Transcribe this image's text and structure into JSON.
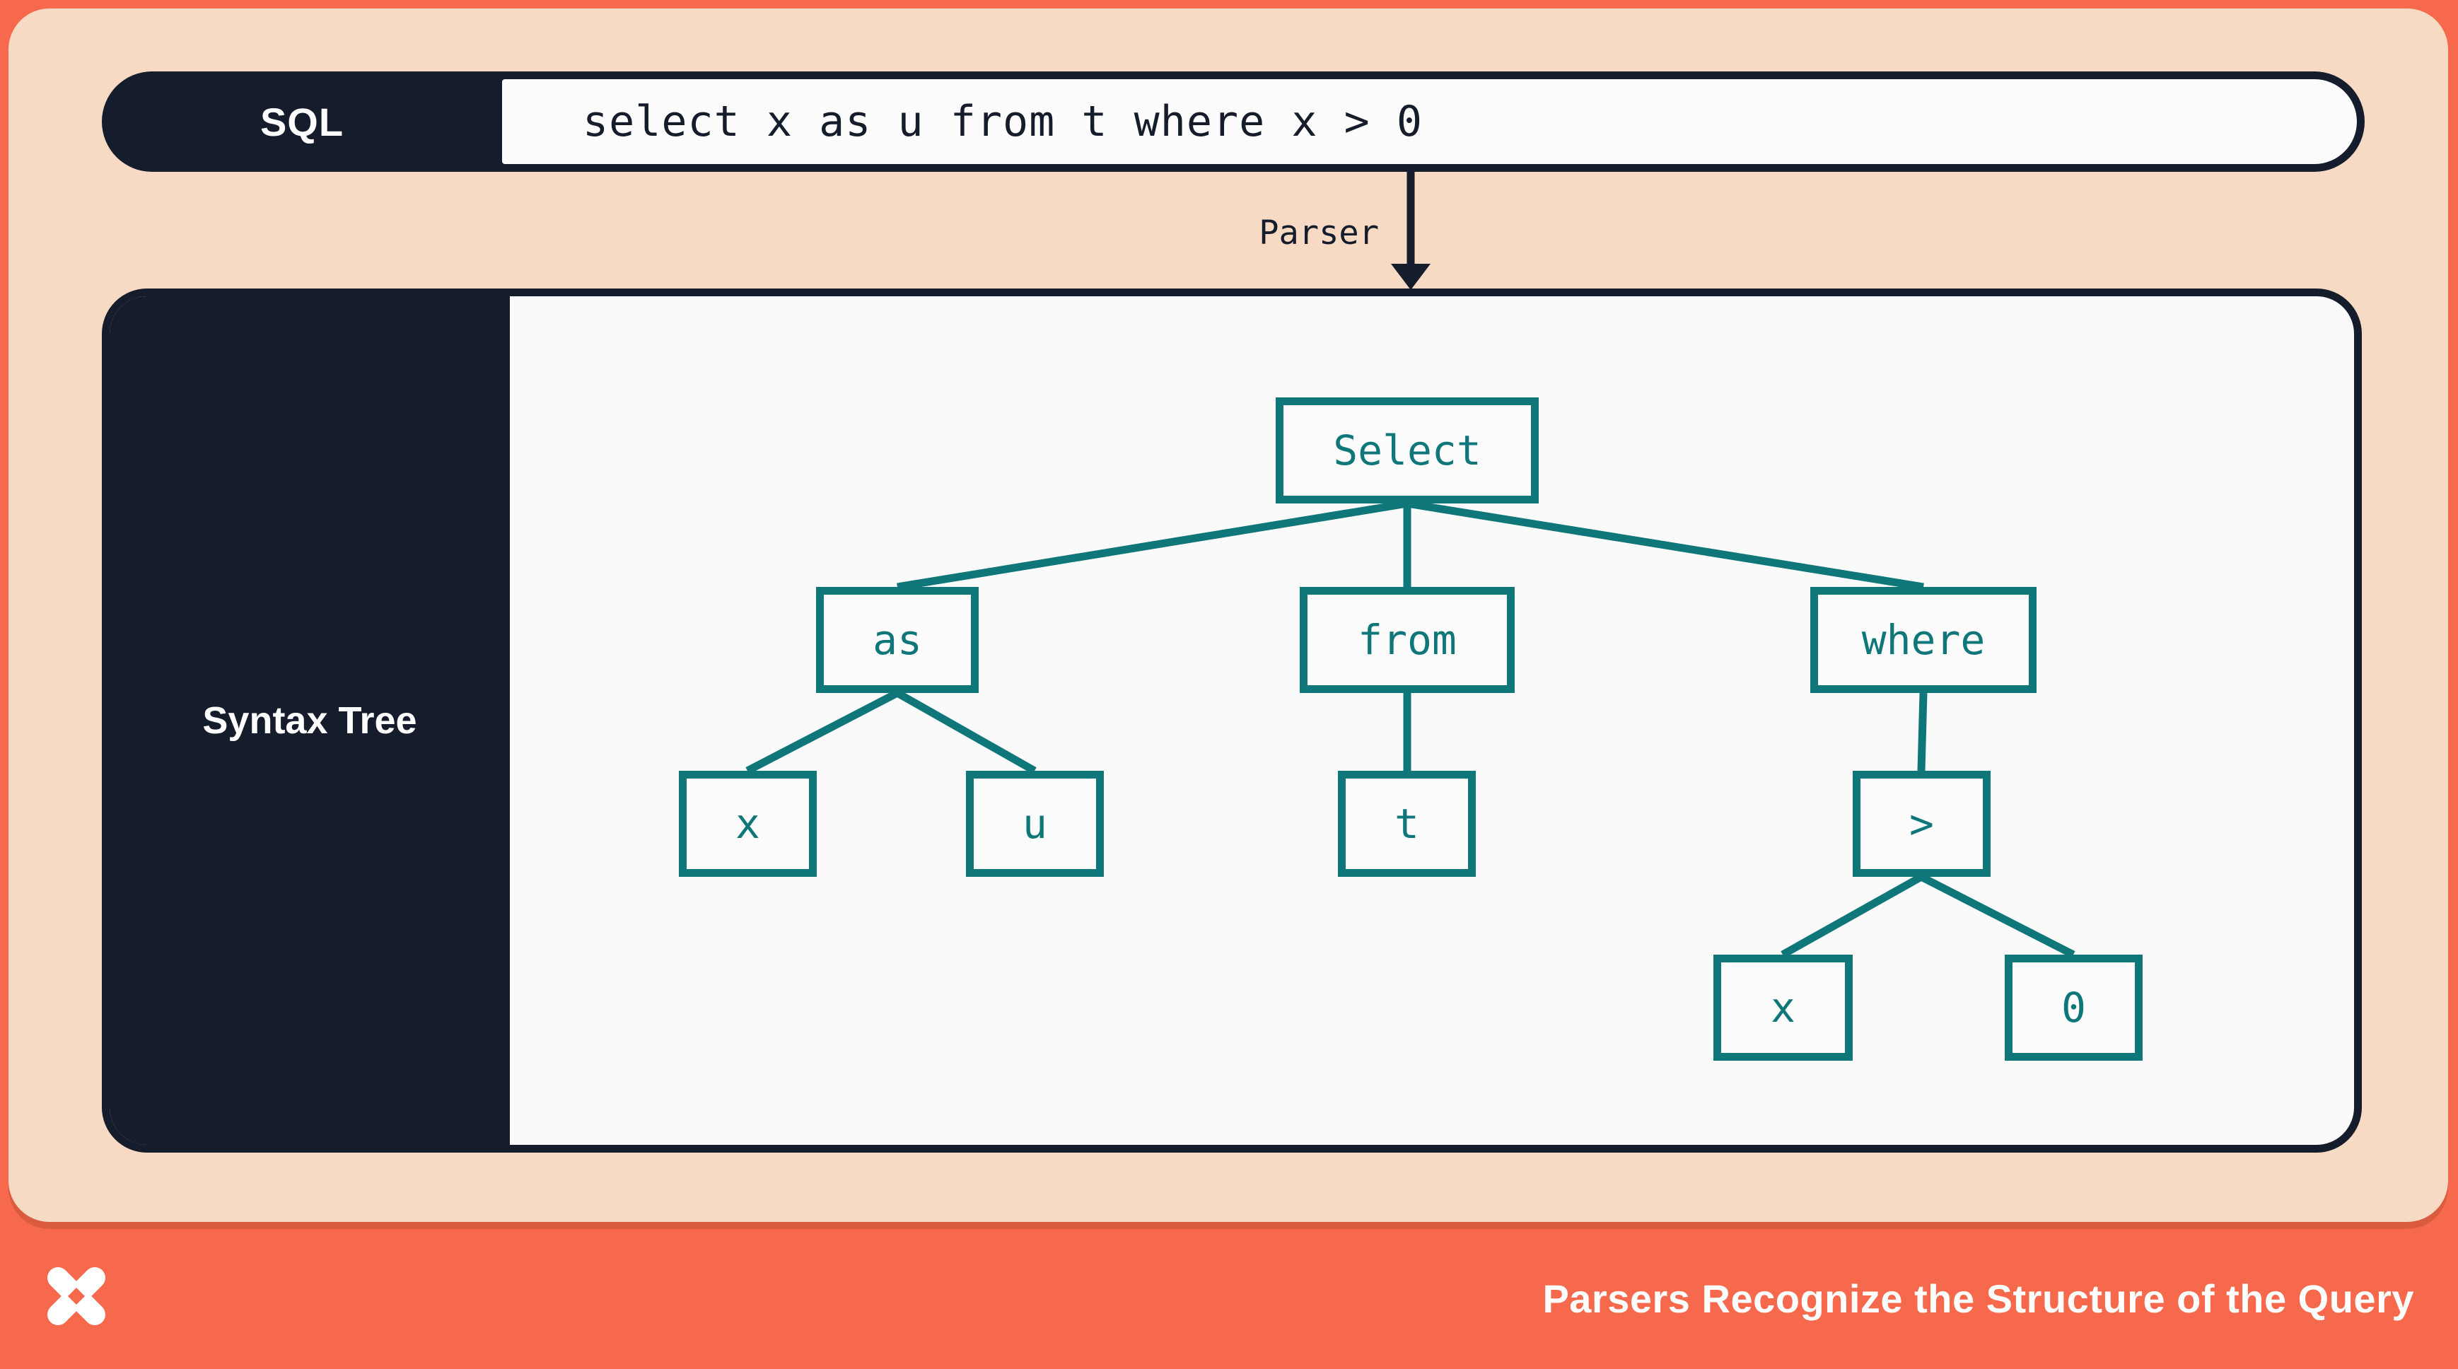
{
  "colors": {
    "orange": "#F7694C",
    "peach": "#F7DAC3",
    "navy": "#151C2B",
    "teal": "#0F767A",
    "surface": "#FAFAFA",
    "white": "#FCFCFC"
  },
  "sql_bar": {
    "label": "SQL",
    "query": "select x as u from t where x > 0"
  },
  "parser_arrow": {
    "label": "Parser"
  },
  "syntax_tree": {
    "label": "Syntax Tree",
    "nodes": [
      {
        "id": "select",
        "label": "Select"
      },
      {
        "id": "as",
        "label": "as"
      },
      {
        "id": "from",
        "label": "from"
      },
      {
        "id": "where",
        "label": "where"
      },
      {
        "id": "x-alias",
        "label": "x"
      },
      {
        "id": "u",
        "label": "u"
      },
      {
        "id": "t",
        "label": "t"
      },
      {
        "id": "gt",
        "label": ">"
      },
      {
        "id": "x-cond",
        "label": "x"
      },
      {
        "id": "zero",
        "label": "0"
      }
    ],
    "edges": [
      [
        "select",
        "as"
      ],
      [
        "select",
        "from"
      ],
      [
        "select",
        "where"
      ],
      [
        "as",
        "x-alias"
      ],
      [
        "as",
        "u"
      ],
      [
        "from",
        "t"
      ],
      [
        "where",
        "gt"
      ],
      [
        "gt",
        "x-cond"
      ],
      [
        "gt",
        "zero"
      ]
    ]
  },
  "footer": {
    "title": "Parsers Recognize the Structure of the Query",
    "logo": "x-star-logo"
  }
}
